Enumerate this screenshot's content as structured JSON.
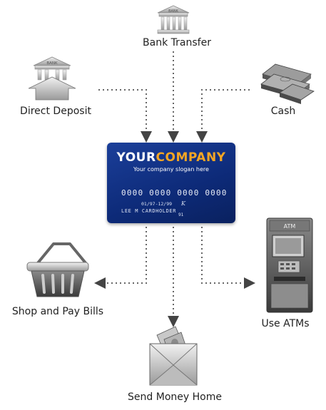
{
  "nodes": {
    "bank_transfer": {
      "label": "Bank Transfer",
      "icon": "bank-icon",
      "icon_text": "BANK"
    },
    "direct_deposit": {
      "label": "Direct Deposit",
      "icon": "bank-deposit-icon",
      "icon_text": "BANK"
    },
    "cash": {
      "label": "Cash",
      "icon": "cash-stack-icon"
    },
    "shop_pay_bills": {
      "label": "Shop and Pay Bills",
      "icon": "shopping-basket-icon"
    },
    "use_atms": {
      "label": "Use ATMs",
      "icon": "atm-icon",
      "icon_text": "ATM"
    },
    "send_money_home": {
      "label": "Send Money Home",
      "icon": "money-envelope-icon"
    }
  },
  "card": {
    "brand_part1": "YOUR",
    "brand_part2": "COMPANY",
    "slogan": "Your company slogan here",
    "number": "0000 0000 0000 0000",
    "dates": "01/97-12/99",
    "holder": "LEE M CARDHOLDER",
    "code": "91",
    "mark": "K"
  },
  "colors": {
    "card_blue": "#0d2a78",
    "brand_orange": "#f5a623",
    "connector": "#555555"
  }
}
